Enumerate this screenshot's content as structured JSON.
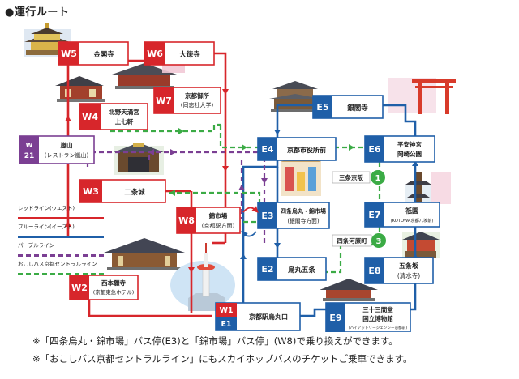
{
  "title": "●運行ルート",
  "colors": {
    "red": "#d7262b",
    "blue": "#1f5fa8",
    "purple": "#7b3f93",
    "green": "#3bab45"
  },
  "stops": [
    {
      "code": "W5",
      "line": "red",
      "name": [
        "金閣寺"
      ]
    },
    {
      "code": "W6",
      "line": "red",
      "name": [
        "大徳寺"
      ]
    },
    {
      "code": "W7",
      "line": "red",
      "name": [
        "京都御所",
        "(同志社大学)"
      ]
    },
    {
      "code": "W4",
      "line": "red",
      "name": [
        "北野天満宮",
        "上七軒"
      ]
    },
    {
      "code": "W21",
      "line": "purple",
      "name": [
        "嵐山",
        "(レストラン嵐山)"
      ]
    },
    {
      "code": "W3",
      "line": "red",
      "name": [
        "二条城"
      ]
    },
    {
      "code": "W8",
      "line": "red",
      "name": [
        "錦市場",
        "(京都駅方面)"
      ]
    },
    {
      "code": "W2",
      "line": "red",
      "name": [
        "西本願寺",
        "(京都東急ホテル)"
      ]
    },
    {
      "code": "W1 E1",
      "line": "red-blue",
      "name": [
        "京都駅烏丸口"
      ]
    },
    {
      "code": "E5",
      "line": "blue",
      "name": [
        "銀閣寺"
      ]
    },
    {
      "code": "E4",
      "line": "blue",
      "name": [
        "京都市役所前"
      ]
    },
    {
      "code": "E6",
      "line": "blue",
      "name": [
        "平安神宮",
        "岡崎公園"
      ]
    },
    {
      "code": "E3",
      "line": "blue",
      "name": [
        "四条烏丸・錦市場",
        "(銀閣寺方面)"
      ]
    },
    {
      "code": "E7",
      "line": "blue",
      "name": [
        "祇園",
        "(KOTOWA京都八坂前)"
      ]
    },
    {
      "code": "E2",
      "line": "blue",
      "name": [
        "烏丸五条"
      ]
    },
    {
      "code": "E8",
      "line": "blue",
      "name": [
        "五条坂",
        "(清水寺)"
      ]
    },
    {
      "code": "E9",
      "line": "blue",
      "name": [
        "三十三間堂",
        "国立博物館",
        "(ハイアットリージェンシー京都前)"
      ]
    }
  ],
  "green_stops": [
    {
      "num": "1",
      "name": "三条京阪"
    },
    {
      "num": "3",
      "name": "四条河原町"
    }
  ],
  "legend": [
    {
      "label": "レッドライン(ウエスト)",
      "color": "#d7262b",
      "style": "solid"
    },
    {
      "label": "ブルーライン(イースト)",
      "color": "#1f5fa8",
      "style": "solid"
    },
    {
      "label": "パープルライン",
      "color": "#7b3f93",
      "style": "dashed"
    },
    {
      "label": "おこしバス京都セントラルライン",
      "color": "#3bab45",
      "style": "dashed"
    }
  ],
  "notes": [
    "※「四条烏丸・錦市場」バス停(E3)と「錦市場」バス停」(W8)で乗り換えができます。",
    "※「おこしバス京都セントラルライン」にもスカイホップバスのチケットご乗車できます。"
  ]
}
